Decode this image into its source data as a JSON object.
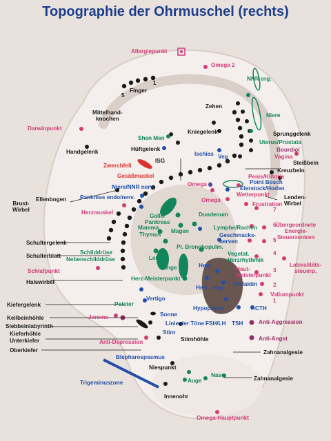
{
  "title": "Topographie der Ohrmuschel (rechts)",
  "colors": {
    "background": "#e9e1dc",
    "ear": "#f4efec",
    "ear_shadow": "#cfc3bc",
    "black_point": "#1a1a1a",
    "blue_point": "#1f4fa8",
    "green_point": "#12865a",
    "magenta_point": "#d23a78",
    "purple_point": "#8e2f62",
    "red_zone": "#d8322f"
  },
  "labels": {
    "allergiepunkt": "Allergiepunkt",
    "omega2": "Omega 2",
    "nnr_org": "NNR org.",
    "finger": "Finger",
    "finger_num_1": "1",
    "finger_num_5": "5",
    "zehen": "Zehen",
    "niere": "Niere",
    "mittelhandknochen": "Mittelhand-\nknochen",
    "darwinpunkt": "Darwinpunkt",
    "kniegelenk": "Kniegelenk",
    "sprunggelenk": "Sprunggelenk",
    "uterus_prostata": "Uterus/Prostata",
    "bourdiol": "Bourdiol",
    "vagina": "Vagina",
    "steissbein": "Steißbein",
    "handgelenk": "Handgelenk",
    "shen_men": "Shen Men",
    "hueftgelenk": "Hüftgelenk",
    "isg": "ISG",
    "ischias": "Ischias",
    "veg": "Veg",
    "zwerchfell": "Zwerchfell",
    "kreuzbein": "Kreuzbein",
    "penis_klitoris": "Penis/Klitoris",
    "gesaessmuskel": "Gesäßmuskel",
    "point_bosch": "Point Bosch",
    "eierstock_hoden": "Eierstock/Hoden",
    "niere_nnr_nerv": "Niere/NNR nerv.",
    "omega1": "Omega 1",
    "wetterpunkt": "Wetterpunkt",
    "pankreas_endo_nerv": "Pankreas endo/nerv.",
    "ellenbogen": "Ellenbogen",
    "lenden_wirbel": "Lenden-\nWirbel",
    "brust_wirbel": "Brust-\nWirbel",
    "herzmuskel": "Herzmuskel",
    "omega_small": "Omega",
    "galle_pankreas": "Galle/\nPankreas",
    "duodenum": "Duodenum",
    "frustration": "Frustration",
    "mamma": "Mamma",
    "thymus": "Thymus",
    "magen": "Magen",
    "lymphe_rachen": "Lymphe/Rachen",
    "geschmacksnerven": "Geschmacks-\nnerven",
    "uebergeordnete": "Übergeordnete\nEnergie-\nSteuerzentren",
    "schultergelenk": "Schultergelenk",
    "schilddruese": "Schilddrüse",
    "nebenschilddruese": "Nebenschilddrüse",
    "pl_bronchopulm": "Pl. Bronchopulm.",
    "vegetat_herzrhythmik": "Vegetat.\nHerzrhythmik",
    "schulterblatt": "Schulterblatt",
    "leber": "Leber",
    "herz": "Herz",
    "herz_veg": "Herz - veg.",
    "haut_meisterpunkt": "Haut-\nMeisterpunkt",
    "lateralitaetssteuerp": "Lateralitäts-\nsteuerp.",
    "schlafpunkt": "Schlafpunkt",
    "lunge": "Lunge",
    "herz_meisterpunkt": "Herz-Meisterpunkt",
    "prolaktin": "Prolaktin",
    "halswirbel": "Halswirbel",
    "vertigo": "Vertigo",
    "valiumpunkt": "Valiumpunkt",
    "kiefergelenk": "Kiefergelenk",
    "polster": "Polster",
    "hypophyse": "Hypophyse",
    "acth": "ACTH",
    "keilbeinhoehle": "Keilbeinhöhle",
    "jerome": "Jerome",
    "sonne": "Sonne",
    "siebbeinlabyrinth": "Siebbeinlabyrinth",
    "linie_der_toene": "Linie der Töne",
    "fsh_lh": "FSH/LH",
    "tsh": "TSH",
    "anti_aggression": "Anti-Aggression",
    "kieferhoehle": "Kieferhöhle",
    "stirn": "Stirn",
    "unterkiefer": "Unterkiefer",
    "stirnhoehle": "Stirnhöhle",
    "anti_angst": "Anti-Angst",
    "anti_depression": "Anti-Depression",
    "oberkiefer": "Oberkiefer",
    "zahnanalgesie_1": "Zahnanalgesie",
    "blepharospasmus": "Blepharospasmus",
    "niespunkt": "Niespunkt",
    "trigeminuszone": "Trigeminuszone",
    "nase": "Nase",
    "zahnanalgesie_2": "Zahnanalgesie",
    "auge": "Auge",
    "innenohr": "Innenohr",
    "omega_hauptpunkt": "Omega-Hauptpunkt",
    "num_1": "1",
    "num_2": "2",
    "num_3": "3",
    "num_4": "4",
    "num_5": "5",
    "num_6": "6",
    "num_7": "7"
  }
}
